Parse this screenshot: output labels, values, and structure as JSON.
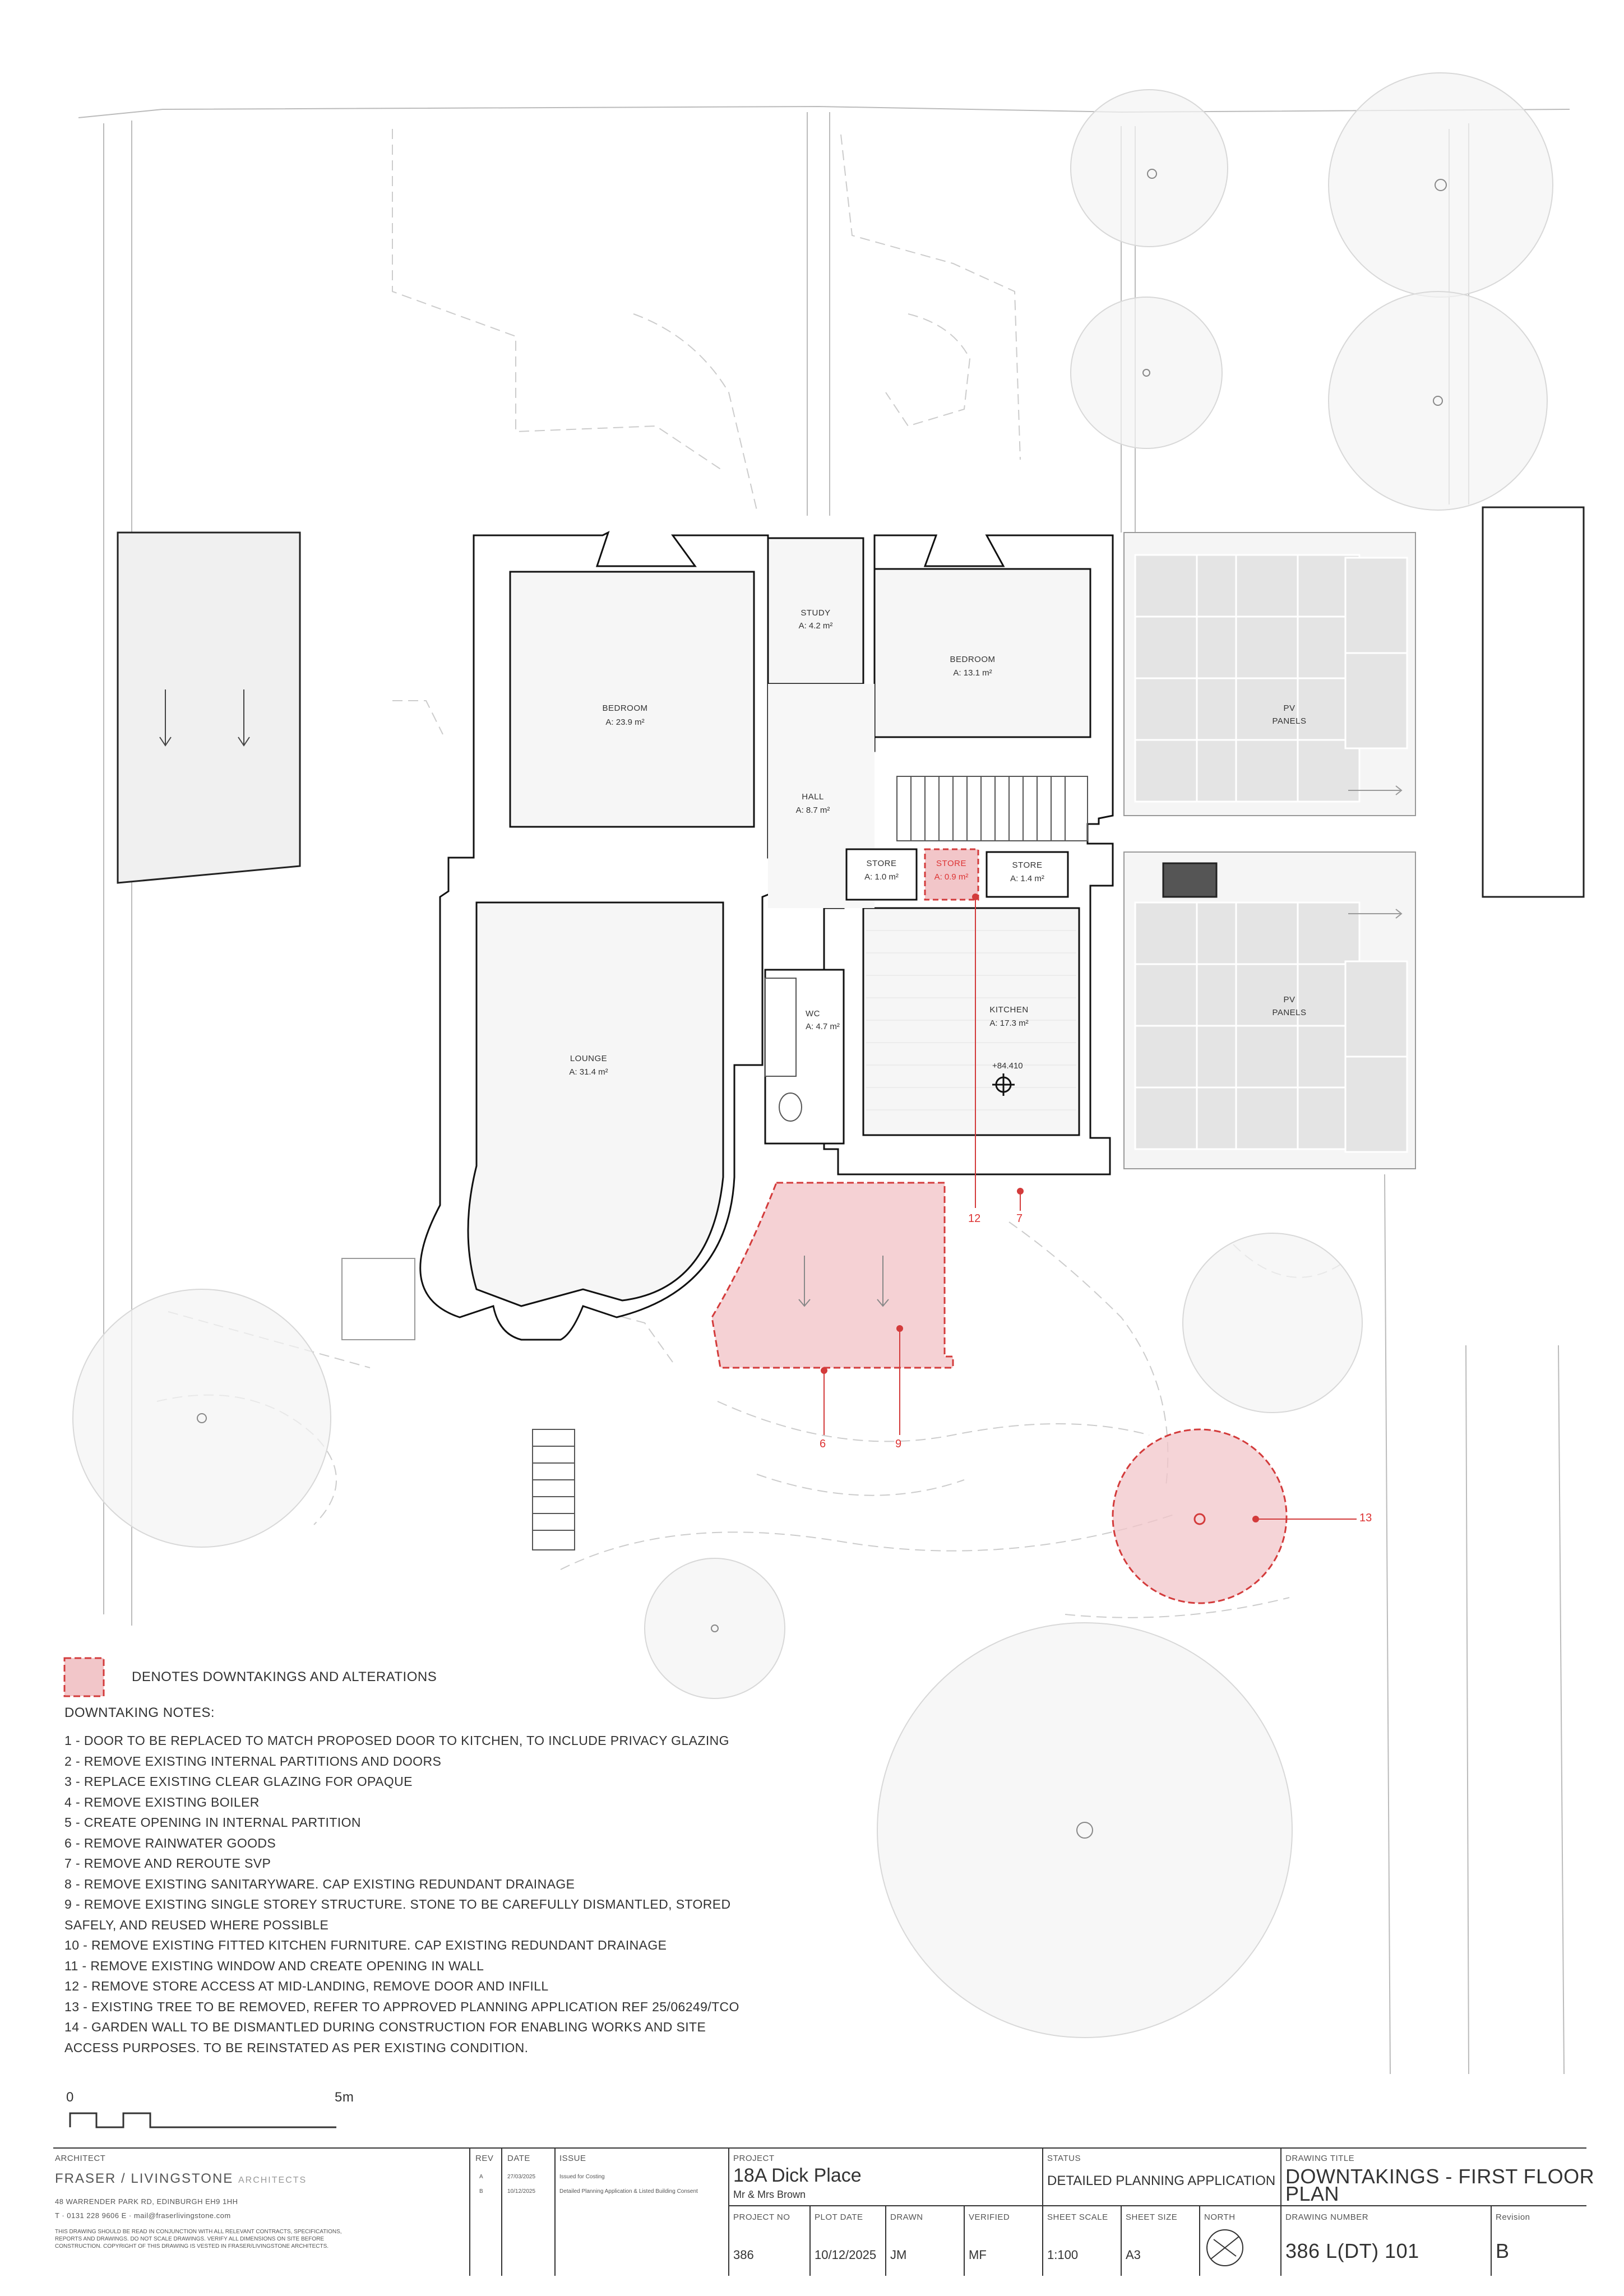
{
  "rooms": [
    {
      "id": "bedroom-1",
      "label": "BEDROOM",
      "area": "A: 23.9 m²"
    },
    {
      "id": "study",
      "label": "STUDY",
      "area": "A: 4.2 m²"
    },
    {
      "id": "bedroom-2",
      "label": "BEDROOM",
      "area": "A: 13.1 m²"
    },
    {
      "id": "hall",
      "label": "HALL",
      "area": "A: 8.7 m²"
    },
    {
      "id": "store-1",
      "label": "STORE",
      "area": "A: 1.0 m²"
    },
    {
      "id": "store-2",
      "label": "STORE",
      "area": "A: 0.9 m²"
    },
    {
      "id": "store-3",
      "label": "STORE",
      "area": "A: 1.4 m²"
    },
    {
      "id": "wc",
      "label": "WC",
      "area": "A: 4.7 m²"
    },
    {
      "id": "kitchen",
      "label": "KITCHEN",
      "area": "A: 17.3 m²"
    },
    {
      "id": "lounge",
      "label": "LOUNGE",
      "area": "A: 31.4 m²"
    }
  ],
  "pv_panels": {
    "line1": "PV",
    "line2": "PANELS"
  },
  "level": "+84.410",
  "callouts": [
    "12",
    "7",
    "6",
    "9",
    "13"
  ],
  "legend": {
    "text": "DENOTES DOWNTAKINGS AND ALTERATIONS",
    "color": "#f2c6c9",
    "stroke": "#d33b3b"
  },
  "notes_title": "DOWNTAKING NOTES:",
  "notes": [
    "1 - DOOR TO BE REPLACED TO MATCH PROPOSED DOOR TO KITCHEN, TO INCLUDE PRIVACY GLAZING",
    "2 - REMOVE EXISTING INTERNAL PARTITIONS AND DOORS",
    "3 - REPLACE EXISTING CLEAR GLAZING FOR OPAQUE",
    "4 - REMOVE EXISTING BOILER",
    "5 - CREATE OPENING IN INTERNAL PARTITION",
    "6 - REMOVE RAINWATER GOODS",
    "7 - REMOVE AND REROUTE SVP",
    "8 - REMOVE EXISTING SANITARYWARE. CAP EXISTING REDUNDANT DRAINAGE",
    "9 - REMOVE EXISTING SINGLE STOREY STRUCTURE. STONE TO BE CAREFULLY DISMANTLED, STORED SAFELY, AND REUSED WHERE POSSIBLE",
    "10 - REMOVE EXISTING FITTED KITCHEN FURNITURE. CAP EXISTING REDUNDANT DRAINAGE",
    "11 -  REMOVE EXISTING WINDOW AND CREATE OPENING IN WALL",
    "12 - REMOVE STORE ACCESS AT MID-LANDING, REMOVE DOOR AND INFILL",
    "13 - EXISTING TREE TO BE REMOVED, REFER TO APPROVED PLANNING APPLICATION REF 25/06249/TCO",
    "14 - GARDEN WALL TO BE DISMANTLED DURING CONSTRUCTION FOR ENABLING WORKS AND SITE ACCESS PURPOSES. TO BE REINSTATED AS PER EXISTING CONDITION."
  ],
  "scale_bar": {
    "start": "0",
    "end": "5m"
  },
  "title_block": {
    "architect_label": "ARCHITECT",
    "firm_name": "FRASER / LIVINGSTONE",
    "firm_suffix": "ARCHITECTS",
    "address": "48 WARRENDER PARK RD, EDINBURGH EH9 1HH",
    "contact": "T · 0131 228 9606   E · mail@fraserlivingstone.com",
    "disclaimer": "THIS DRAWING SHOULD BE READ IN CONJUNCTION WITH ALL RELEVANT CONTRACTS, SPECIFICATIONS, REPORTS AND DRAWINGS. DO NOT SCALE DRAWINGS. VERIFY ALL DIMENSIONS ON SITE BEFORE CONSTRUCTION. COPYRIGHT OF THIS DRAWING IS VESTED IN FRASER/LIVINGSTONE ARCHITECTS.",
    "rev_label": "REV",
    "date_label": "DATE",
    "issue_label": "ISSUE",
    "revisions": [
      {
        "rev": "A",
        "date": "27/03/2025",
        "issue": "Issued for Costing"
      },
      {
        "rev": "B",
        "date": "10/12/2025",
        "issue": "Detailed Planning Application & Listed Building Consent"
      }
    ],
    "project_label": "PROJECT",
    "project_name": "18A Dick Place",
    "client": "Mr & Mrs Brown",
    "status_label": "STATUS",
    "status": "DETAILED PLANNING APPLICATION",
    "drawing_title_label": "DRAWING TITLE",
    "drawing_title_line1": "DOWNTAKINGS - FIRST FLOOR",
    "drawing_title_line2": "PLAN",
    "project_no_label": "PROJECT NO",
    "project_no": "386",
    "plot_date_label": "PLOT DATE",
    "plot_date": "10/12/2025",
    "drawn_label": "DRAWN",
    "drawn": "JM",
    "verified_label": "VERIFIED",
    "verified": "MF",
    "sheet_scale_label": "SHEET SCALE",
    "sheet_scale": "1:100",
    "sheet_size_label": "SHEET SIZE",
    "sheet_size": "A3",
    "north_label": "NORTH",
    "drawing_number_label": "DRAWING NUMBER",
    "drawing_number": "386 L(DT) 101",
    "revision_label": "Revision",
    "revision": "B"
  }
}
